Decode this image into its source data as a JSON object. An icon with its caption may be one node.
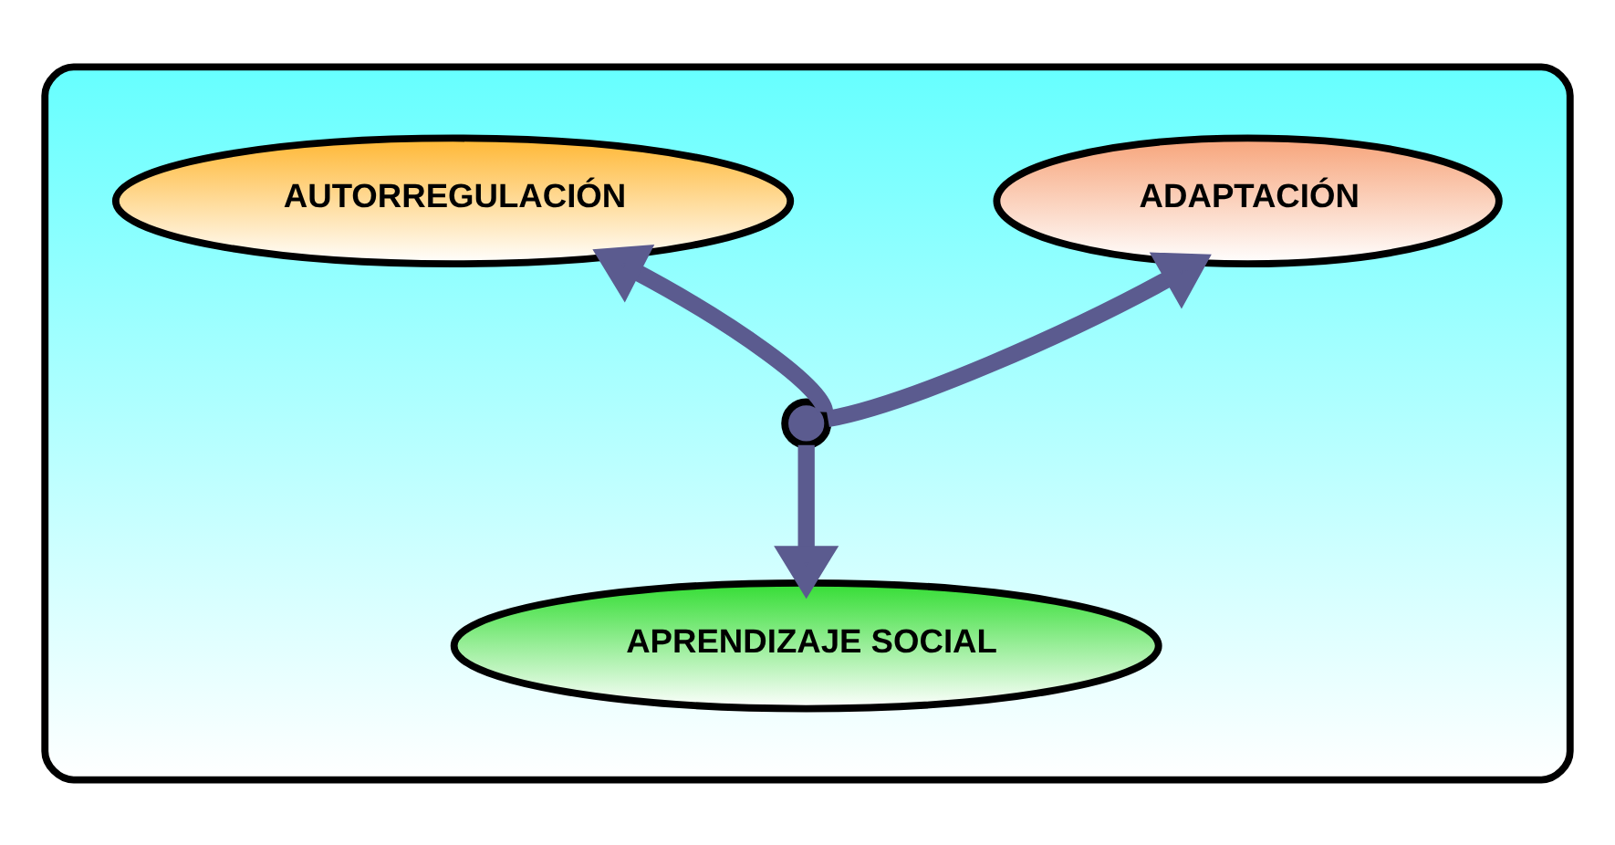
{
  "diagram": {
    "nodes": [
      {
        "text": [],
        "shape": "ellipse"
      },
      {
        "text": [
          "AUTORREGULACIÓN"
        ],
        "in": 0
      },
      {
        "text": [
          "ADAPTACIÓN"
        ],
        "in": 0
      },
      {
        "text": [
          "APRENDIZAJE SOCIAL"
        ],
        "in": 0
      },
      {
        "text": [],
        "shape": "point",
        "in": 0
      }
    ],
    "edges": [
      {
        "from": 4,
        "to": 1,
        "arrow": "to"
      },
      {
        "from": 4,
        "to": 2,
        "arrow": "to"
      },
      {
        "from": 4,
        "to": 3,
        "arrow": "to"
      }
    ]
  }
}
